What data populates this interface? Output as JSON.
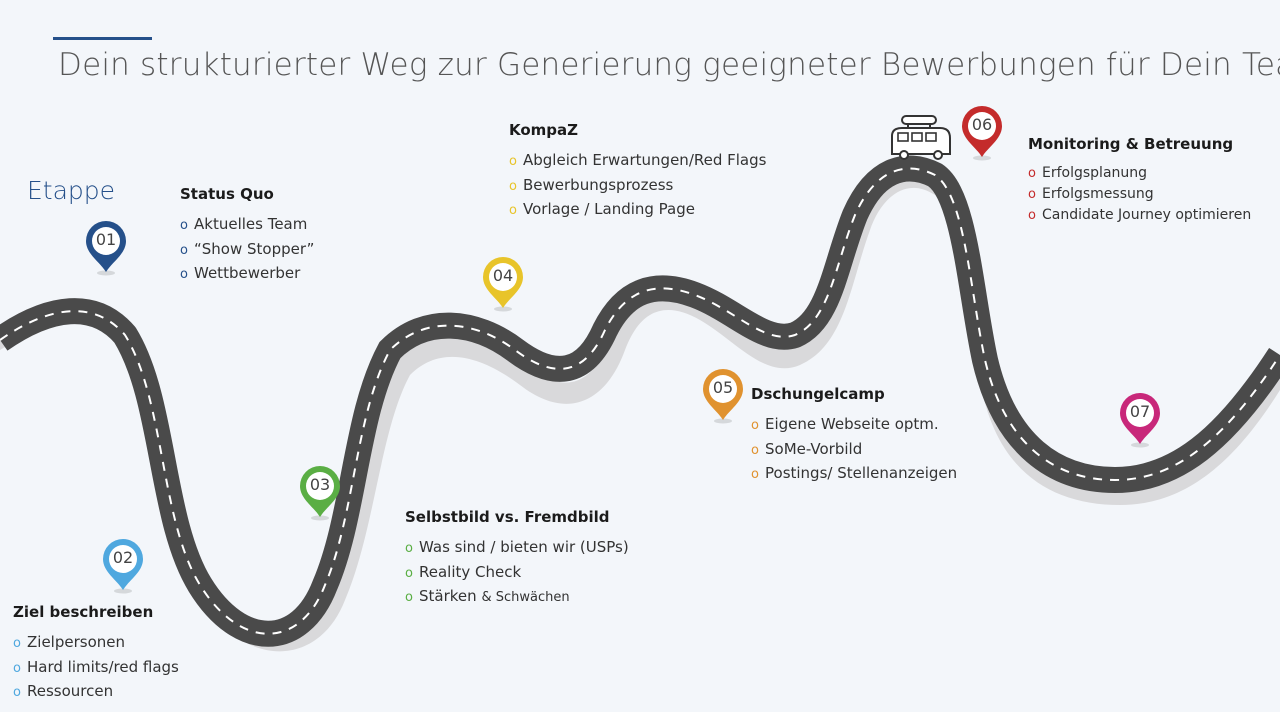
{
  "title": "Dein strukturierter Weg zur Generierung geeigneter Bewerbungen für Dein Team",
  "etappe_label": "Etappe",
  "colors": {
    "background": "#f3f6fa",
    "accent": "#25508a",
    "road": "#4a4a4a",
    "road_shadow": "#d9d9db",
    "road_marking": "#ffffff"
  },
  "pins": [
    {
      "number": "01",
      "color": "#25508a"
    },
    {
      "number": "02",
      "color": "#4fa8df"
    },
    {
      "number": "03",
      "color": "#5aae44"
    },
    {
      "number": "04",
      "color": "#e8c42a"
    },
    {
      "number": "05",
      "color": "#e0922f"
    },
    {
      "number": "06",
      "color": "#c42b2b"
    },
    {
      "number": "07",
      "color": "#c8287a"
    }
  ],
  "stages": [
    {
      "heading": "Status Quo",
      "bullet_color": "#25508a",
      "items": [
        "Aktuelles Team",
        "“Show Stopper”",
        "Wettbewerber"
      ]
    },
    {
      "heading": "Ziel beschreiben",
      "bullet_color": "#4fa8df",
      "items": [
        "Zielpersonen",
        "Hard limits/red flags",
        "Ressourcen"
      ]
    },
    {
      "heading": "Selbstbild vs. Fremdbild",
      "bullet_color": "#5aae44",
      "items": [
        "Was sind / bieten wir (USPs)",
        "Reality Check",
        "Stärken",
        "& Schwächen"
      ]
    },
    {
      "heading": "KompaZ",
      "bullet_color": "#e8c42a",
      "items": [
        "Abgleich Erwartungen/Red Flags",
        "Bewerbungsprozess",
        "Vorlage / Landing Page"
      ]
    },
    {
      "heading": "Dschungelcamp",
      "bullet_color": "#e0922f",
      "items": [
        "Eigene Webseite optm.",
        "SoMe-Vorbild",
        "Postings/ Stellenanzeigen"
      ]
    },
    {
      "heading": "Monitoring & Betreuung",
      "bullet_color": "#c42b2b",
      "items": [
        "Erfolgsplanung",
        "Erfolgsmessung",
        "Candidate Journey optimieren"
      ]
    }
  ],
  "icons": {
    "vehicle": "camper-van-icon",
    "marker": "map-pin-icon",
    "bullet": "circle-bullet"
  }
}
